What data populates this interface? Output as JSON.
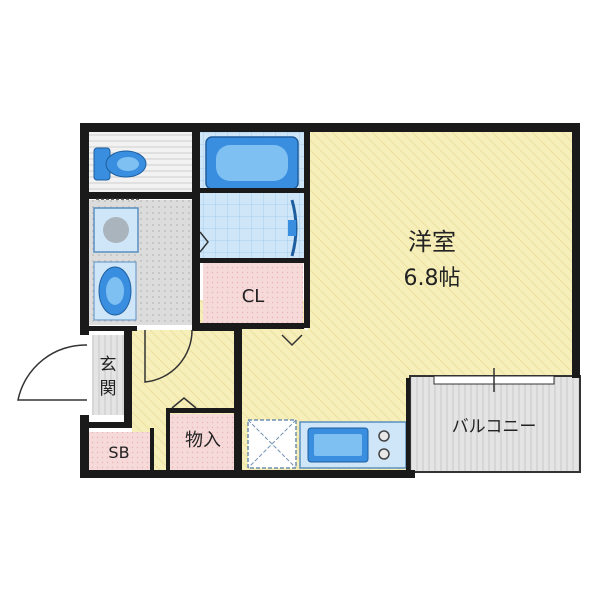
{
  "rooms": {
    "western_room": {
      "name": "洋室",
      "size": "6.8帖"
    },
    "closet": "CL",
    "entrance": {
      "char1": "玄",
      "char2": "関"
    },
    "shoe_box": "SB",
    "storage": "物入",
    "balcony": "バルコニー"
  },
  "colors": {
    "wall": "#1a1a1a",
    "floor_wood": "#f7efb9",
    "closet_fill": "#f6d9d9",
    "storage_fill": "#f6d9d9",
    "bath_blue": "#3a8ee0",
    "bath_light": "#cfe6f8",
    "wet_area_gray": "#d8d8d8",
    "balcony_gray": "#e2e2e2"
  }
}
